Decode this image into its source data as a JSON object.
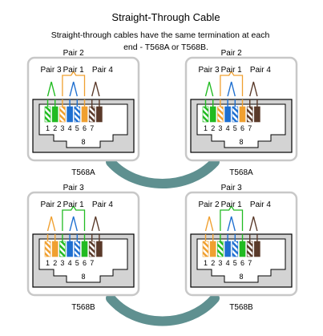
{
  "title": "Straight-Through Cable",
  "subtitle_line1": "Straight-through cables have the same termination at each",
  "subtitle_line2": "end - T568A or T568B.",
  "colors": {
    "panel_border": "#c8c8c8",
    "connector_fill": "#d3d3d3",
    "cable": "#5f9090",
    "green": "#22bb22",
    "orange": "#f0a030",
    "blue": "#1e6fd0",
    "brown": "#5a3a2a"
  },
  "pin_numbers": [
    "1",
    "2",
    "3",
    "4",
    "5",
    "6",
    "7",
    "8"
  ],
  "pair_labels": {
    "pair1": "Pair 1",
    "pair2": "Pair 2",
    "pair3": "Pair 3",
    "pair4": "Pair 4"
  },
  "panels": [
    {
      "id": "top-left",
      "standard": "T568A",
      "wires": [
        "green-stripe",
        "green",
        "orange-stripe",
        "blue",
        "blue-stripe",
        "orange",
        "brown-stripe",
        "brown"
      ]
    },
    {
      "id": "top-right",
      "standard": "T568A",
      "wires": [
        "green-stripe",
        "green",
        "orange-stripe",
        "blue",
        "blue-stripe",
        "orange",
        "brown-stripe",
        "brown"
      ]
    },
    {
      "id": "bottom-left",
      "standard": "T568B",
      "wires": [
        "orange-stripe",
        "orange",
        "green-stripe",
        "blue",
        "blue-stripe",
        "green",
        "brown-stripe",
        "brown"
      ]
    },
    {
      "id": "bottom-right",
      "standard": "T568B",
      "wires": [
        "orange-stripe",
        "orange",
        "green-stripe",
        "blue",
        "blue-stripe",
        "green",
        "brown-stripe",
        "brown"
      ]
    }
  ]
}
